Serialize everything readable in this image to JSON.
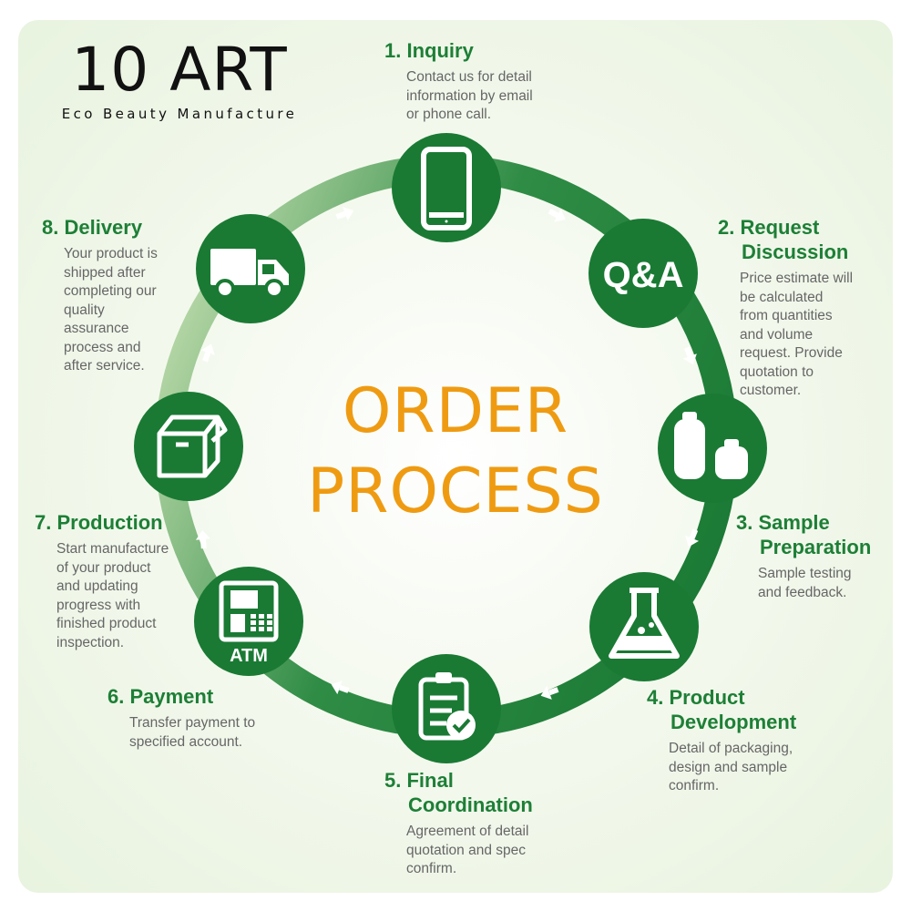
{
  "brand": {
    "name": "10 ART",
    "tagline": "Eco Beauty Manufacture"
  },
  "center_title": {
    "line1": "ORDER",
    "line2": "PROCESS"
  },
  "colors": {
    "ring_dark": "#1b7a35",
    "ring_light": "#a9cf9a",
    "node": "#1a7a34",
    "title_orange": "#ef9b12",
    "step_green": "#1d7f36"
  },
  "steps": [
    {
      "num": "1.",
      "title1": "Inquiry",
      "title2": "",
      "desc": [
        "Contact us for detail",
        "information by email",
        "or phone call."
      ],
      "icon": "phone-icon"
    },
    {
      "num": "2.",
      "title1": "Request",
      "title2": "Discussion",
      "desc": [
        "Price estimate will",
        "be calculated",
        "from quantities",
        "and volume",
        "request. Provide",
        "quotation to",
        "customer."
      ],
      "icon": "qa-icon",
      "icon_text": "Q&A"
    },
    {
      "num": "3.",
      "title1": "Sample",
      "title2": "Preparation",
      "desc": [
        "Sample testing",
        "and feedback."
      ],
      "icon": "bottles-icon"
    },
    {
      "num": "4.",
      "title1": "Product",
      "title2": "Development",
      "desc": [
        "Detail of packaging,",
        "design and sample",
        "confirm."
      ],
      "icon": "flask-icon"
    },
    {
      "num": "5.",
      "title1": "Final",
      "title2": "Coordination",
      "desc": [
        "Agreement of detail",
        "quotation and spec",
        "confirm."
      ],
      "icon": "clipboard-check-icon"
    },
    {
      "num": "6.",
      "title1": "Payment",
      "title2": "",
      "desc": [
        "Transfer payment to",
        "specified account."
      ],
      "icon": "atm-icon",
      "icon_text": "ATM"
    },
    {
      "num": "7.",
      "title1": "Production",
      "title2": "",
      "desc": [
        "Start manufacture",
        "of your product",
        "and updating",
        "progress with",
        "finished product",
        "inspection."
      ],
      "icon": "box-icon"
    },
    {
      "num": "8.",
      "title1": "Delivery",
      "title2": "",
      "desc": [
        "Your product is",
        "shipped after",
        "completing our",
        "quality",
        "assurance",
        "process and",
        "after service."
      ],
      "icon": "truck-icon"
    }
  ]
}
